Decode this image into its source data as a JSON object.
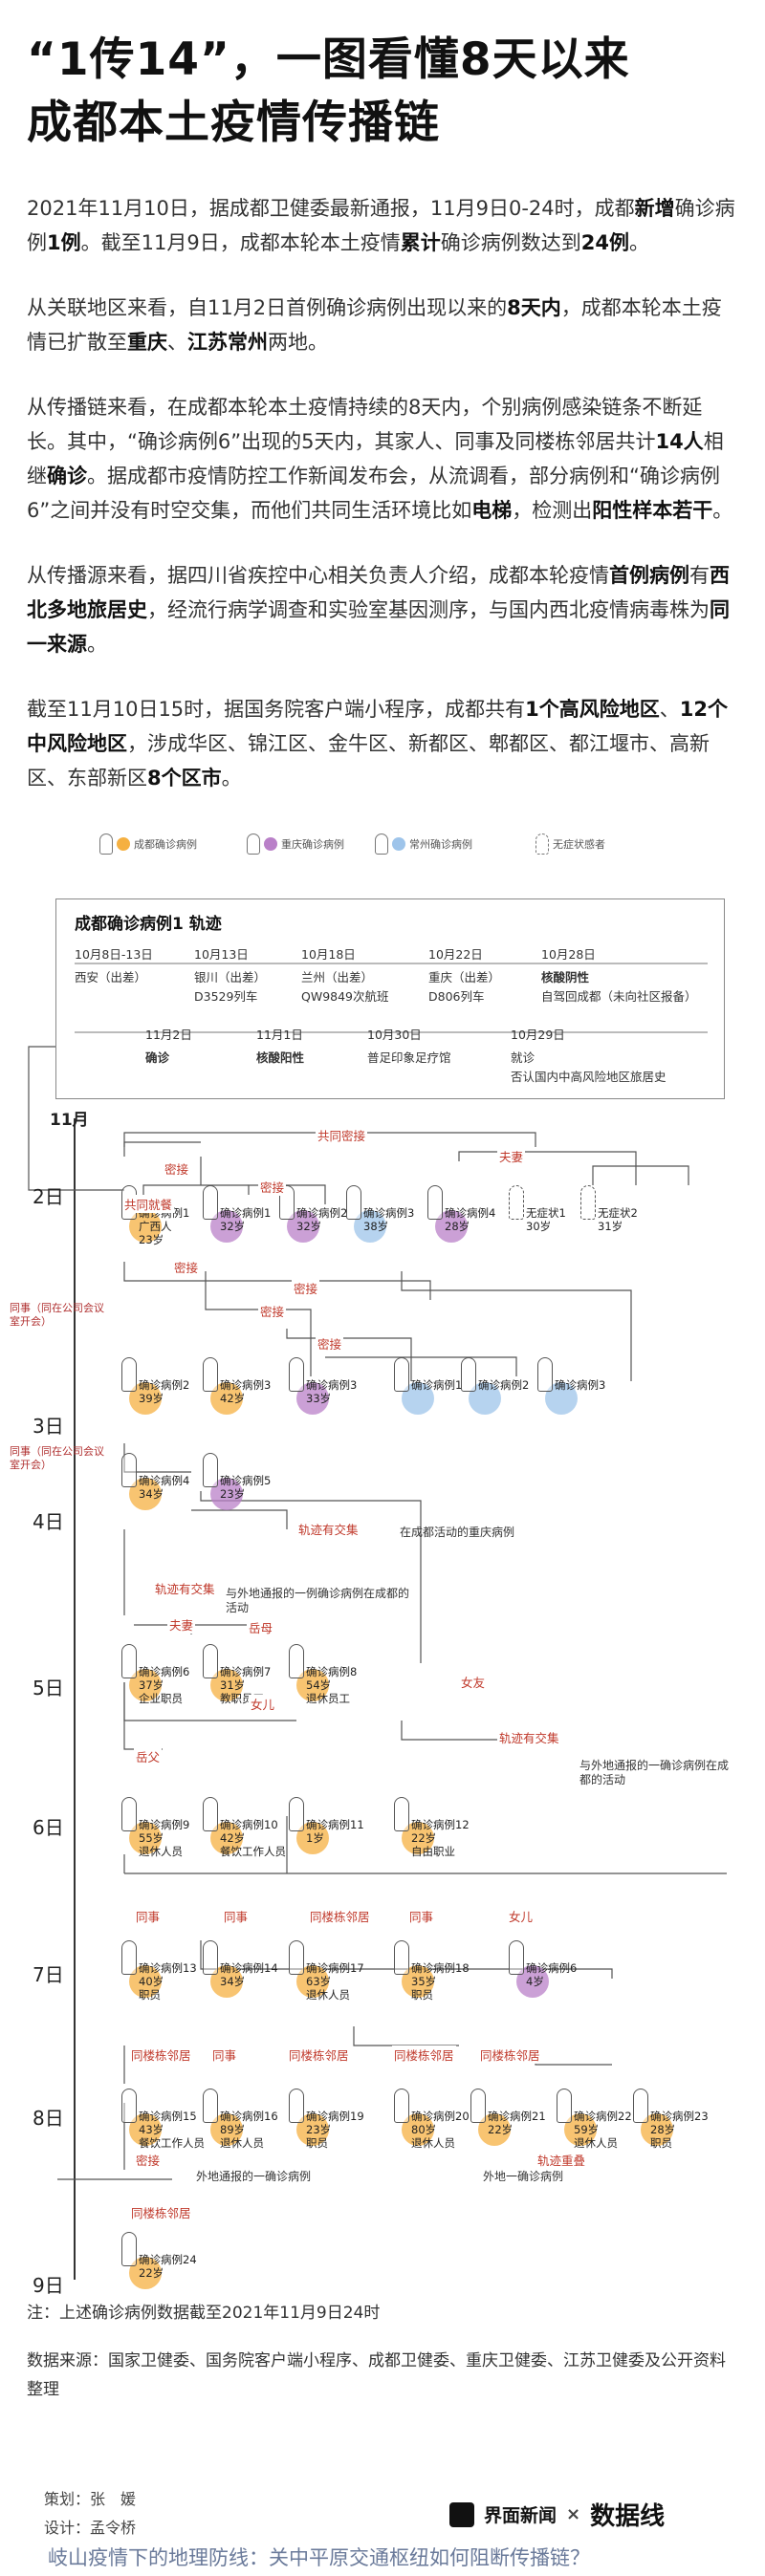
{
  "headline": {
    "line1": "“1传14”，一图看懂8天以来",
    "line2": "成都本土疫情传播链"
  },
  "article": [
    [
      "2021年11月10日，据成都卫健委最新通报，11月9日0-24时，成都",
      {
        "b": "新增"
      },
      "确诊病例",
      {
        "b": "1例"
      },
      "。截至11月9日，成都本轮本土疫情",
      {
        "b": "累计"
      },
      "确诊病例数达到",
      {
        "b": "24例"
      },
      "。"
    ],
    [
      "从关联地区来看，自11月2日首例确诊病例出现以来的",
      {
        "b": "8天内"
      },
      "，成都本轮本土疫情已扩散至",
      {
        "b": "重庆"
      },
      "、",
      {
        "b": "江苏常州"
      },
      "两地。"
    ],
    [
      "从传播链来看，在成都本轮本土疫情持续的8天内，个别病例感染链条不断延长。其中，“确诊病例6”出现的5天内，其家人、同事及同楼栋邻居共计",
      {
        "b": "14人"
      },
      "相继",
      {
        "b": "确诊"
      },
      "。据成都市疫情防控工作新闻发布会，从流调看，部分病例和“确诊病例6”之间并没有时空交集，而他们共同生活环境比如",
      {
        "b": "电梯"
      },
      "，检测出",
      {
        "b": "阳性样本若干"
      },
      "。"
    ],
    [
      "从传播源来看，据四川省疾控中心相关负责人介绍，成都本轮疫情",
      {
        "b": "首例病例"
      },
      "有",
      {
        "b": "西北多地旅居史"
      },
      "，经流行病学调查和实验室基因测序，与国内西北疫情病毒株为",
      {
        "b": "同一来源"
      },
      "。"
    ],
    [
      "截至11月10日15时，据国务院客户端小程序，成都共有",
      {
        "b": "1个高风险地区"
      },
      "、",
      {
        "b": "12个中风险地区"
      },
      "，涉成华区、锦江区、金牛区、新都区、郫都区、都江堰市、高新区、东部新区",
      {
        "b": "8个区市"
      },
      "。"
    ]
  ],
  "legend": {
    "chengdu": "成都确诊病例",
    "chongqing": "重庆确诊病例",
    "changzhou": "常州确诊病例",
    "asymptomatic": "无症状感者",
    "colors": {
      "chengdu": "#f5b041",
      "chongqing": "#b980c8",
      "changzhou": "#9ec4ea",
      "relation": "#c0392b"
    }
  },
  "track": {
    "title": "成都确诊病例1 轨迹",
    "row1": [
      {
        "date": "10月8日-13日",
        "desc": "西安（出差）"
      },
      {
        "date": "10月13日",
        "desc": "银川（出差）"
      },
      {
        "date": "10月18日",
        "desc": "兰州（出差）"
      },
      {
        "date": "10月22日",
        "desc": "重庆（出差）"
      },
      {
        "date": "10月28日",
        "desc": "核酸阴性"
      }
    ],
    "row1b": [
      "D3529列车",
      "QW9849次航班",
      "D806列车",
      "自驾回成都（未向社区报备）"
    ],
    "row2": [
      {
        "date": "11月2日",
        "desc": "确诊"
      },
      {
        "date": "11月1日",
        "desc": "核酸阳性"
      },
      {
        "date": "10月30日",
        "desc": "普足印象足疗馆"
      },
      {
        "date": "10月29日",
        "desc": "就诊"
      }
    ],
    "row2b": "否认国内中高风险地区旅居史"
  },
  "month": "11月",
  "days": [
    "2日",
    "3日",
    "4日",
    "5日",
    "6日",
    "7日",
    "8日",
    "9日"
  ],
  "side_notes": [
    "同事（同在公司会议室开会）",
    "同事（同在公司会议室开会）"
  ],
  "persons": [
    {
      "id": "c1",
      "name": "确诊病例1",
      "info1": "广西人",
      "info2": "23岁",
      "type": "chengdu"
    },
    {
      "id": "q1",
      "name": "确诊病例1",
      "info1": "32岁",
      "info2": "",
      "type": "chongqing"
    },
    {
      "id": "q2",
      "name": "确诊病例2",
      "info1": "32岁",
      "info2": "",
      "type": "chongqing"
    },
    {
      "id": "k3",
      "name": "确诊病例3",
      "info1": "38岁",
      "info2": "",
      "type": "changzhou"
    },
    {
      "id": "q4",
      "name": "确诊病例4",
      "info1": "28岁",
      "info2": "",
      "type": "chongqing"
    },
    {
      "id": "a1",
      "name": "无症状1",
      "info1": "30岁",
      "info2": "",
      "type": "asymptomatic"
    },
    {
      "id": "a2",
      "name": "无症状2",
      "info1": "31岁",
      "info2": "",
      "type": "asymptomatic"
    },
    {
      "id": "c2",
      "name": "确诊病例2",
      "info1": "39岁",
      "info2": "",
      "type": "chengdu"
    },
    {
      "id": "c3",
      "name": "确诊病例3",
      "info1": "42岁",
      "info2": "",
      "type": "chengdu"
    },
    {
      "id": "q3",
      "name": "确诊病例3",
      "info1": "33岁",
      "info2": "",
      "type": "chongqing"
    },
    {
      "id": "k1",
      "name": "确诊病例1",
      "info1": "",
      "info2": "",
      "type": "changzhou"
    },
    {
      "id": "k2",
      "name": "确诊病例2",
      "info1": "",
      "info2": "",
      "type": "changzhou"
    },
    {
      "id": "kk3",
      "name": "确诊病例3",
      "info1": "",
      "info2": "",
      "type": "changzhou"
    },
    {
      "id": "c4",
      "name": "确诊病例4",
      "info1": "34岁",
      "info2": "",
      "type": "chengdu"
    },
    {
      "id": "q5",
      "name": "确诊病例5",
      "info1": "23岁",
      "info2": "",
      "type": "chongqing"
    },
    {
      "id": "c6",
      "name": "确诊病例6",
      "info1": "37岁",
      "info2": "企业职员",
      "type": "chengdu"
    },
    {
      "id": "c7",
      "name": "确诊病例7",
      "info1": "31岁",
      "info2": "教职员工",
      "type": "chengdu"
    },
    {
      "id": "c8",
      "name": "确诊病例8",
      "info1": "54岁",
      "info2": "退休员工",
      "type": "chengdu"
    },
    {
      "id": "c9",
      "name": "确诊病例9",
      "info1": "55岁",
      "info2": "退休人员",
      "type": "chengdu"
    },
    {
      "id": "c10",
      "name": "确诊病例10",
      "info1": "42岁",
      "info2": "餐饮工作人员",
      "type": "chengdu"
    },
    {
      "id": "c11",
      "name": "确诊病例11",
      "info1": "1岁",
      "info2": "",
      "type": "chengdu"
    },
    {
      "id": "c12",
      "name": "确诊病例12",
      "info1": "22岁",
      "info2": "自由职业",
      "type": "chengdu"
    },
    {
      "id": "c13",
      "name": "确诊病例13",
      "info1": "40岁",
      "info2": "职员",
      "type": "chengdu"
    },
    {
      "id": "c14",
      "name": "确诊病例14",
      "info1": "34岁",
      "info2": "",
      "type": "chengdu"
    },
    {
      "id": "c17",
      "name": "确诊病例17",
      "info1": "63岁",
      "info2": "退休人员",
      "type": "chengdu"
    },
    {
      "id": "c18",
      "name": "确诊病例18",
      "info1": "35岁",
      "info2": "职员",
      "type": "chengdu"
    },
    {
      "id": "q6",
      "name": "确诊病例6",
      "info1": "4岁",
      "info2": "",
      "type": "chongqing"
    },
    {
      "id": "c15",
      "name": "确诊病例15",
      "info1": "43岁",
      "info2": "餐饮工作人员",
      "type": "chengdu"
    },
    {
      "id": "c16",
      "name": "确诊病例16",
      "info1": "89岁",
      "info2": "退休人员",
      "type": "chengdu"
    },
    {
      "id": "c19",
      "name": "确诊病例19",
      "info1": "23岁",
      "info2": "职员",
      "type": "chengdu"
    },
    {
      "id": "c20",
      "name": "确诊病例20",
      "info1": "80岁",
      "info2": "退休人员",
      "type": "chengdu"
    },
    {
      "id": "c21",
      "name": "确诊病例21",
      "info1": "22岁",
      "info2": "",
      "type": "chengdu"
    },
    {
      "id": "c22",
      "name": "确诊病例22",
      "info1": "59岁",
      "info2": "退休人员",
      "type": "chengdu"
    },
    {
      "id": "c23",
      "name": "确诊病例23",
      "info1": "28岁",
      "info2": "职员",
      "type": "chengdu"
    },
    {
      "id": "c24",
      "name": "确诊病例24",
      "info1": "22岁",
      "info2": "",
      "type": "chengdu"
    }
  ],
  "relations": [
    "共同密接",
    "夫妻",
    "密接",
    "共同就餐",
    "密接",
    "密接",
    "密接",
    "密接",
    "密接",
    "轨迹有交集",
    "轨迹有交集",
    "夫妻",
    "岳母",
    "女友",
    "女儿",
    "轨迹有交集",
    "岳父",
    "同事",
    "同事",
    "同楼栋邻居",
    "同事",
    "女儿",
    "同楼栋邻居",
    "同事",
    "同楼栋邻居",
    "同楼栋邻居",
    "同楼栋邻居",
    "密接",
    "轨迹重叠",
    "同楼栋邻居"
  ],
  "annotations": [
    "在成都活动的重庆病例",
    "与外地通报的一例确诊病例在成都的活动",
    "与外地通报的一确诊病例在成都的活动",
    "外地通报的一确诊病例",
    "外地一确诊病例"
  ],
  "note": "注：上述确诊病例数据截至2021年11月9日24时",
  "source": "数据来源：国家卫健委、国务院客户端小程序、成都卫健委、重庆卫健委、江苏卫健委及公开资料整理",
  "credits": {
    "plan": "策划：张　媛",
    "design": "设计：孟令桥"
  },
  "brand": {
    "name": "界面新闻",
    "x": "×",
    "mark": "数据线"
  },
  "footer": "岐山疫情下的地理防线：关中平原交通枢纽如何阻断传播链？"
}
